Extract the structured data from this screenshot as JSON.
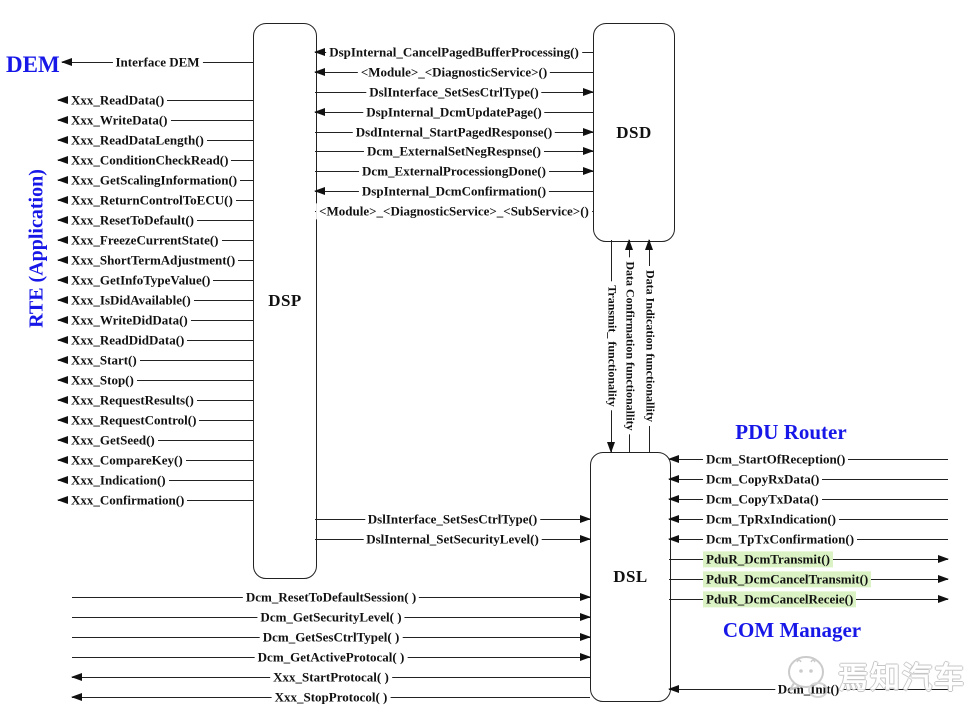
{
  "colors": {
    "accent_blue": "#1717e8",
    "highlight_green": "#dbf3c4",
    "line_color": "#222222"
  },
  "titles": {
    "dem": "DEM",
    "rte": "RTE (Application)",
    "pdu_router": "PDU Router",
    "com_manager": "COM Manager"
  },
  "boxes": {
    "dsp": "DSP",
    "dsd": "DSD",
    "dsl": "DSL"
  },
  "rte_interface_call": {
    "label": "Interface DEM",
    "dir": "left"
  },
  "rte_calls": [
    {
      "label": "Xxx_ReadData()",
      "dir": "left"
    },
    {
      "label": "Xxx_WriteData()",
      "dir": "left"
    },
    {
      "label": "Xxx_ReadDataLength()",
      "dir": "left"
    },
    {
      "label": "Xxx_ConditionCheckRead()",
      "dir": "left"
    },
    {
      "label": "Xxx_GetScalingInformation()",
      "dir": "left"
    },
    {
      "label": "Xxx_ReturnControlToECU()",
      "dir": "left"
    },
    {
      "label": "Xxx_ResetToDefault()",
      "dir": "left"
    },
    {
      "label": "Xxx_FreezeCurrentState()",
      "dir": "left"
    },
    {
      "label": "Xxx_ShortTermAdjustment()",
      "dir": "left"
    },
    {
      "label": "Xxx_GetInfoTypeValue()",
      "dir": "left"
    },
    {
      "label": "Xxx_IsDidAvailable()",
      "dir": "left"
    },
    {
      "label": "Xxx_WriteDidData()",
      "dir": "left"
    },
    {
      "label": "Xxx_ReadDidData()",
      "dir": "left"
    },
    {
      "label": "Xxx_Start()",
      "dir": "left"
    },
    {
      "label": "Xxx_Stop()",
      "dir": "left"
    },
    {
      "label": "Xxx_RequestResults()",
      "dir": "left"
    },
    {
      "label": "Xxx_RequestControl()",
      "dir": "left"
    },
    {
      "label": "Xxx_GetSeed()",
      "dir": "left"
    },
    {
      "label": "Xxx_CompareKey()",
      "dir": "left"
    },
    {
      "label": "Xxx_Indication()",
      "dir": "left"
    },
    {
      "label": "Xxx_Confirmation()",
      "dir": "left"
    }
  ],
  "dsp_dsd_calls": [
    {
      "label": "DspInternal_CancelPagedBufferProcessing()",
      "dir": "left"
    },
    {
      "label": "<Module>_<DiagnosticService>()",
      "dir": "left"
    },
    {
      "label": "DslInterface_SetSesCtrlType()",
      "dir": "right"
    },
    {
      "label": "DspInternal_DcmUpdatePage()",
      "dir": "left"
    },
    {
      "label": "DsdInternal_StartPagedResponse()",
      "dir": "right"
    },
    {
      "label": "Dcm_ExternalSetNegRespnse()",
      "dir": "right"
    },
    {
      "label": "Dcm_ExternalProcessiongDone()",
      "dir": "right"
    },
    {
      "label": "DspInternal_DcmConfirmation()",
      "dir": "left"
    },
    {
      "label": "<Module>_<DiagnosticService>_<SubService>()",
      "dir": "none"
    }
  ],
  "dsp_dsl_calls": [
    {
      "label": "DslInterface_SetSesCtrlType()",
      "dir": "right"
    },
    {
      "label": "DslInternal_SetSecurityLevel()",
      "dir": "right"
    }
  ],
  "vertical_links": [
    {
      "label": "Transmit_ functionality",
      "dir": "down"
    },
    {
      "label": "Data Confirmation functionallity",
      "dir": "up"
    },
    {
      "label": "Data Indication functionallity",
      "dir": "up"
    }
  ],
  "dsl_left_calls": [
    {
      "label": "Dcm_ResetToDefaultSession( )",
      "dir": "right"
    },
    {
      "label": "Dcm_GetSecurityLevel( )",
      "dir": "right"
    },
    {
      "label": "Dcm_GetSesCtrlTypel( )",
      "dir": "right"
    },
    {
      "label": "Dcm_GetActiveProtocal( )",
      "dir": "right"
    },
    {
      "label": "Xxx_StartProtocal( )",
      "dir": "left"
    },
    {
      "label": "Xxx_StopProtocol( )",
      "dir": "left"
    }
  ],
  "pdu_calls": [
    {
      "label": "Dcm_StartOfReception()",
      "dir": "left"
    },
    {
      "label": "Dcm_CopyRxData()",
      "dir": "left"
    },
    {
      "label": "Dcm_CopyTxData()",
      "dir": "left"
    },
    {
      "label": "Dcm_TpRxIndication()",
      "dir": "left"
    },
    {
      "label": "Dcm_TpTxConfirmation()",
      "dir": "left"
    },
    {
      "label": "PduR_DcmTransmit()",
      "dir": "right",
      "highlight": true
    },
    {
      "label": "PduR_DcmCancelTransmit()",
      "dir": "right",
      "highlight": true
    },
    {
      "label": "PduR_DcmCancelReceie()",
      "dir": "right",
      "highlight": true
    }
  ],
  "com_init_call": {
    "label": "Dcm_Init()",
    "dir": "left"
  },
  "watermark": {
    "brand": "焉知汽车"
  }
}
